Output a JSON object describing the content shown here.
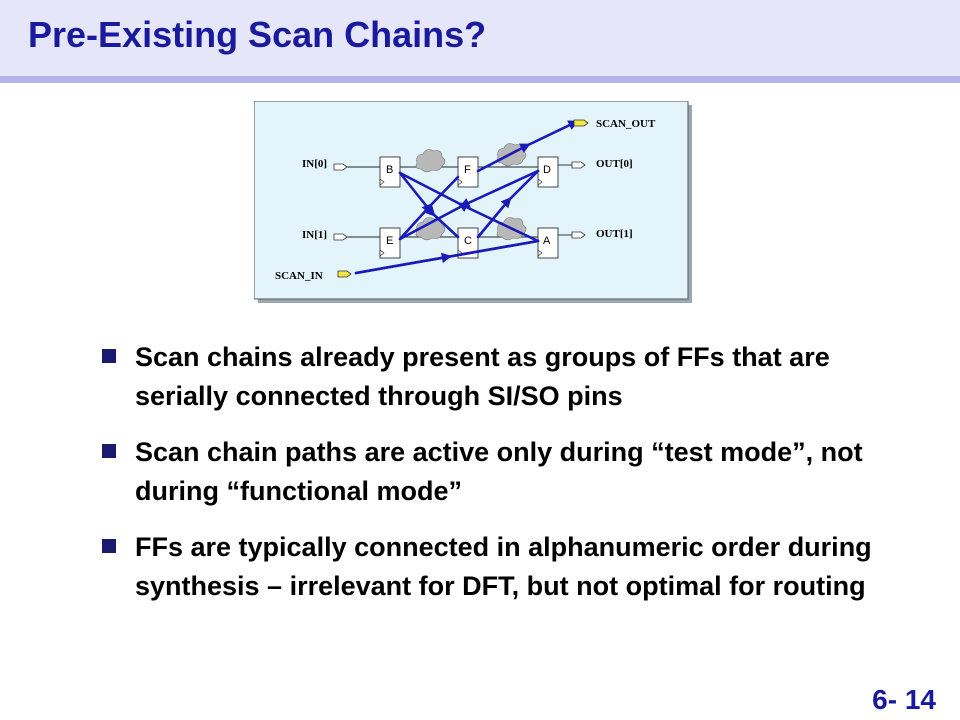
{
  "title": "Pre-Existing Scan Chains?",
  "diagram": {
    "ports": {
      "in0": "IN[0]",
      "in1": "IN[1]",
      "scan_in": "SCAN_IN",
      "scan_out": "SCAN_OUT",
      "out0": "OUT[0]",
      "out1": "OUT[1]"
    },
    "flip_flops": {
      "b": "B",
      "f": "F",
      "d": "D",
      "e": "E",
      "c": "C",
      "a": "A"
    },
    "colors": {
      "panel": "#e3f4fb",
      "scan_wire": "#1a1ab8",
      "port": "#f5e642",
      "cloud": "#b8b8b8"
    }
  },
  "bullets": [
    "Scan chains already present as groups of FFs that are serially connected through SI/SO pins",
    "Scan chain paths are active only during “test mode”, not during “functional mode”",
    "FFs are typically connected in alphanumeric order during synthesis – irrelevant for DFT, but not optimal for routing"
  ],
  "page_number": "6- 14"
}
